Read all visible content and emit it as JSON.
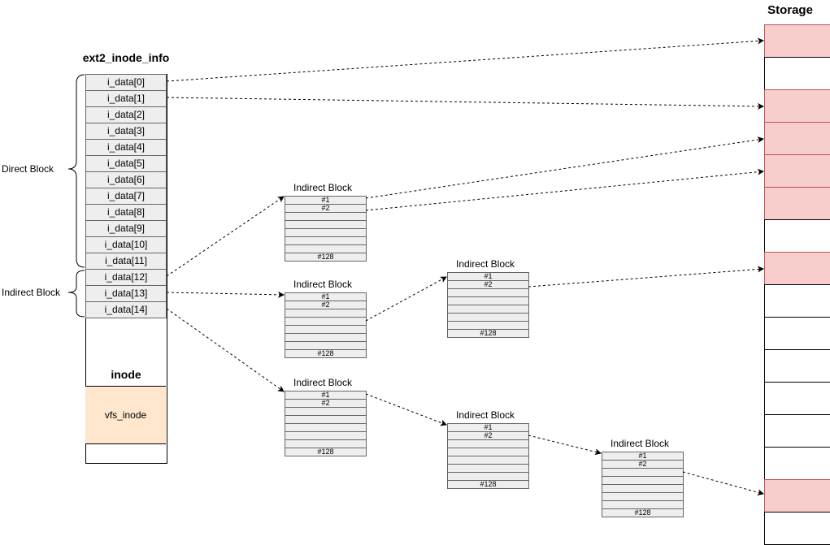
{
  "inode_struct": {
    "title": "ext2_inode_info",
    "rows": [
      "i_data[0]",
      "i_data[1]",
      "i_data[2]",
      "i_data[3]",
      "i_data[4]",
      "i_data[5]",
      "i_data[6]",
      "i_data[7]",
      "i_data[8]",
      "i_data[9]",
      "i_data[10]",
      "i_data[11]",
      "i_data[12]",
      "i_data[13]",
      "i_data[14]"
    ],
    "inode_label": "inode",
    "vfs_label": "vfs_inode"
  },
  "braces": {
    "direct_label": "Direct Block",
    "indirect_label": "Indirect Block"
  },
  "indirect_blocks": [
    {
      "id": "single",
      "title": "Indirect Block",
      "rows": [
        "#1",
        "#2",
        "",
        "",
        "",
        "",
        "",
        "#128"
      ]
    },
    {
      "id": "double-l1",
      "title": "Indirect Block",
      "rows": [
        "#1",
        "#2",
        "",
        "",
        "",
        "",
        "",
        "#128"
      ]
    },
    {
      "id": "double-l2",
      "title": "Indirect Block",
      "rows": [
        "#1",
        "#2",
        "",
        "",
        "",
        "",
        "",
        "#128"
      ]
    },
    {
      "id": "triple-l1",
      "title": "Indirect Block",
      "rows": [
        "#1",
        "#2",
        "",
        "",
        "",
        "",
        "",
        "#128"
      ]
    },
    {
      "id": "triple-l2",
      "title": "Indirect Block",
      "rows": [
        "#1",
        "#2",
        "",
        "",
        "",
        "",
        "",
        "#128"
      ]
    },
    {
      "id": "triple-l3",
      "title": "Indirect Block",
      "rows": [
        "#1",
        "#2",
        "",
        "",
        "",
        "",
        "",
        "#128"
      ]
    }
  ],
  "storage": {
    "title": "Storage",
    "block_count": 16,
    "used_blocks": [
      0,
      2,
      3,
      4,
      5,
      7,
      14
    ],
    "used_fill": "#f8cecc",
    "used_stroke": "#b85450"
  },
  "colors": {
    "row_fill": "#eeeeee",
    "row_stroke": "#666666",
    "vfs_fill": "#ffe6cc"
  }
}
